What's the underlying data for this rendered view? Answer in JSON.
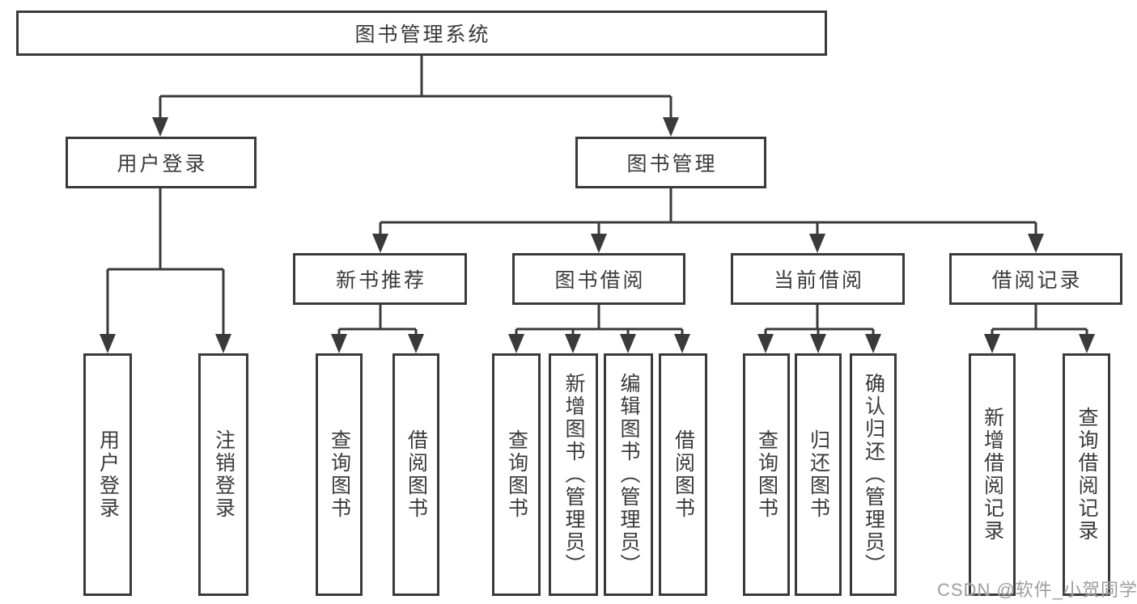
{
  "diagram": {
    "root": {
      "label": "图书管理系统"
    },
    "branches": [
      {
        "label": "用户登录",
        "children": [
          {
            "label": "用户登录"
          },
          {
            "label": "注销登录"
          }
        ]
      },
      {
        "label": "图书管理",
        "groups": [
          {
            "label": "新书推荐",
            "children": [
              {
                "label": "查询图书"
              },
              {
                "label": "借阅图书"
              }
            ]
          },
          {
            "label": "图书借阅",
            "children": [
              {
                "label": "查询图书"
              },
              {
                "label": "新增图书（管理员）"
              },
              {
                "label": "编辑图书（管理员）"
              },
              {
                "label": "借阅图书"
              }
            ]
          },
          {
            "label": "当前借阅",
            "children": [
              {
                "label": "查询图书"
              },
              {
                "label": "归还图书"
              },
              {
                "label": "确认归还（管理员）"
              }
            ]
          },
          {
            "label": "借阅记录",
            "children": [
              {
                "label": "新增借阅记录"
              },
              {
                "label": "查询借阅记录"
              }
            ]
          }
        ]
      }
    ],
    "watermark": "CSDN @软件_小贺同学",
    "colors": {
      "line": "#3a3a3a",
      "text": "#3a3a3a",
      "watermark": "#9e9e9e",
      "background": "#ffffff"
    }
  }
}
